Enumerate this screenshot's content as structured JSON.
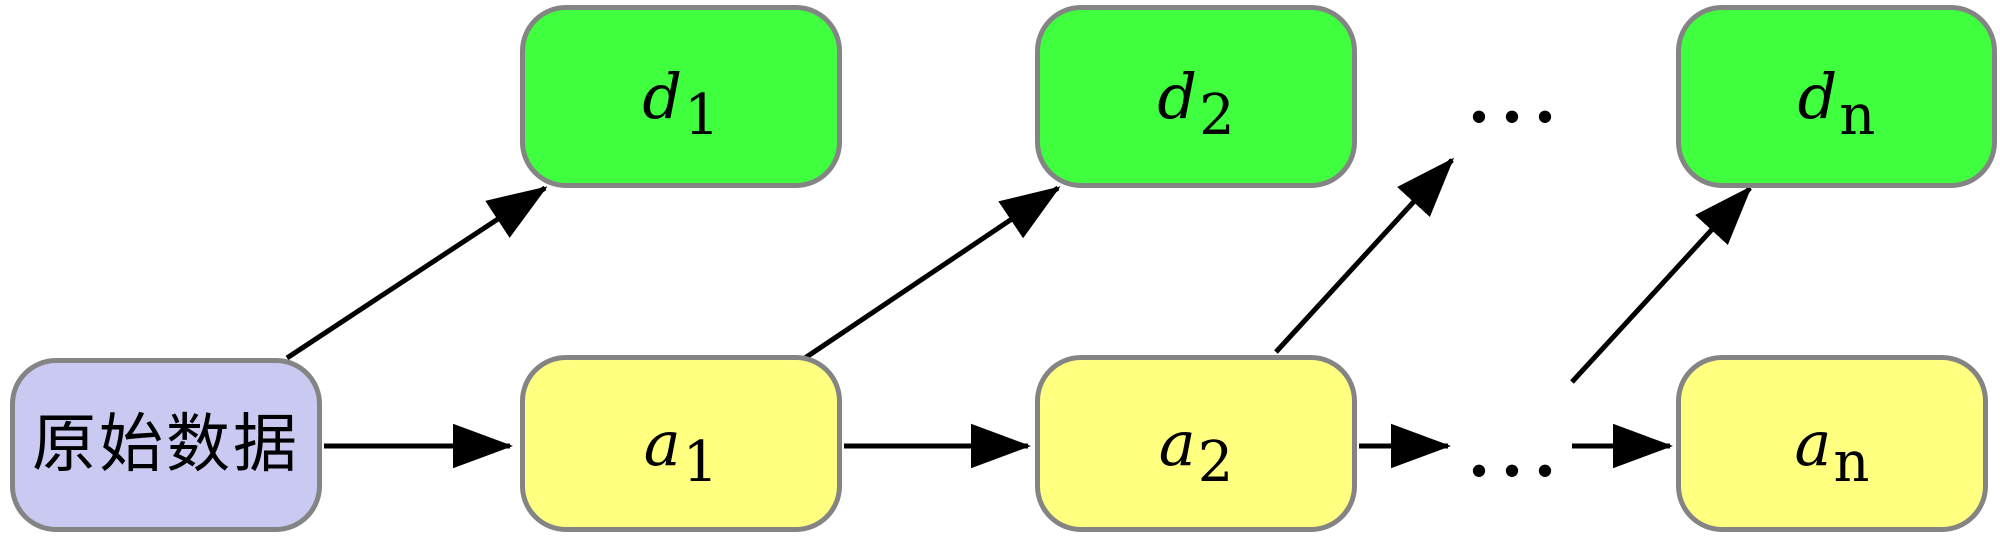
{
  "diagram": {
    "nodes": {
      "raw": {
        "label": "原始数据"
      },
      "d1": {
        "main": "d",
        "sub": "1"
      },
      "d2": {
        "main": "d",
        "sub": "2"
      },
      "dn": {
        "main": "d",
        "sub": "n"
      },
      "a1": {
        "main": "a",
        "sub": "1"
      },
      "a2": {
        "main": "a",
        "sub": "2"
      },
      "an": {
        "main": "a",
        "sub": "n"
      }
    },
    "ellipsis": {
      "top": "...",
      "bottom": "..."
    },
    "edges": [
      {
        "from": "raw-data",
        "to": "d1"
      },
      {
        "from": "raw-data",
        "to": "a1"
      },
      {
        "from": "a1",
        "to": "d2"
      },
      {
        "from": "a1",
        "to": "a2"
      },
      {
        "from": "a2",
        "to": "ellipsis-top"
      },
      {
        "from": "a2",
        "to": "ellipsis-bottom"
      },
      {
        "from": "ellipsis-bottom",
        "to": "an"
      },
      {
        "from": "ellipsis-bottom",
        "to": "dn"
      }
    ]
  },
  "colors": {
    "raw_fill": "#c9c9f2",
    "top_fill": "#3fff3f",
    "bottom_fill": "#ffff80",
    "node_border": "#848484",
    "arrow": "#000000",
    "text": "#000000",
    "canvas_bg": "#ffffff"
  }
}
